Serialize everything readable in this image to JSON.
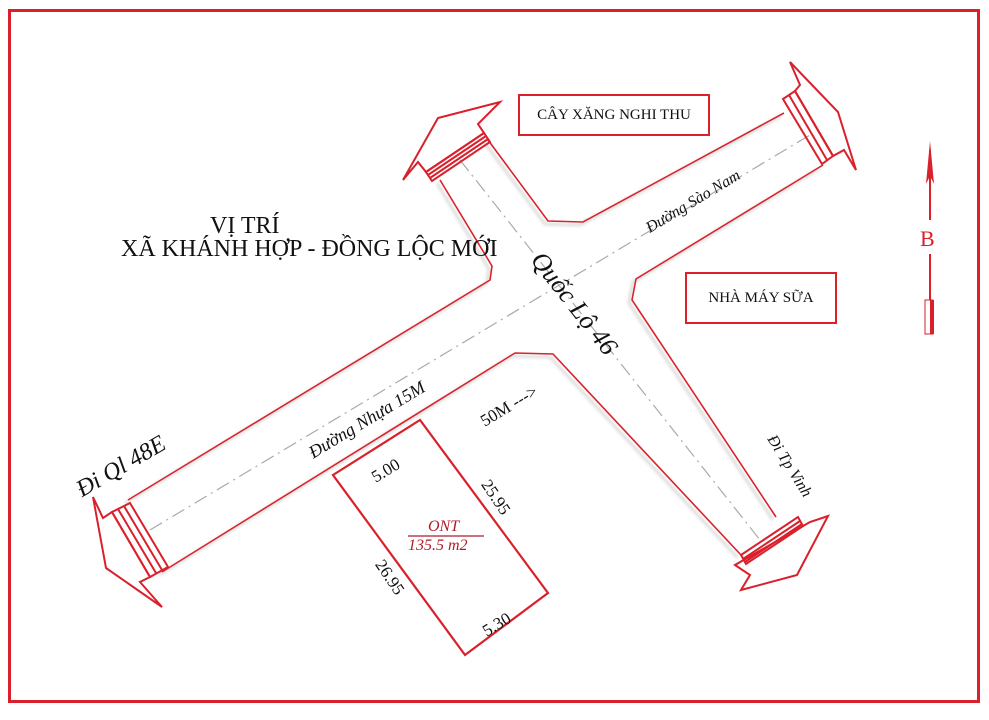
{
  "title": {
    "line1": "VỊ TRÍ",
    "line2": "XÃ KHÁNH HỢP - ĐỒNG LỘC MỚI"
  },
  "landmarks": {
    "gas_station": "CÂY XĂNG NGHI THU",
    "milk_factory": "NHÀ MÁY SỮA"
  },
  "roads": {
    "main_highway": "Quốc Lộ 46",
    "asphalt_road": "Đường Nhựa 15M",
    "sao_nam_road": "Đường Sào Nam",
    "to_ql48e": "Đi Ql 48E",
    "to_vinh": "Đi Tp Vinh"
  },
  "distance_note": "50M --->",
  "parcel": {
    "land_type": "ONT",
    "area": "135.5 m2",
    "front_edge": "5.00",
    "back_edge": "5.30",
    "right_edge": "25.95",
    "left_edge": "26.95"
  },
  "north_arrow": {
    "label": "B"
  },
  "colors": {
    "line_red": "#d9202b",
    "road_shadow": "#c8c8c8",
    "parcel_text": "#b01a2a",
    "text": "#111111"
  }
}
